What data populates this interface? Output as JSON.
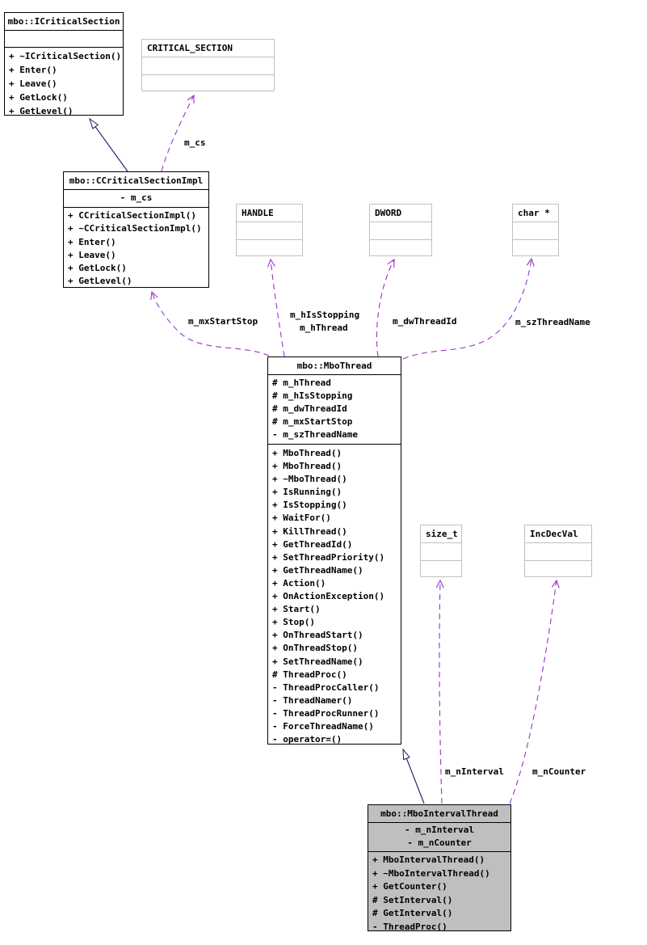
{
  "diagram": {
    "type": "uml-collaboration-graph",
    "classes": {
      "icriticalsection": {
        "title": "mbo::ICriticalSection",
        "attributes": [],
        "methods": [
          "+ ~ICriticalSection()",
          "+ Enter()",
          "+ Leave()",
          "+ GetLock()",
          "+ GetLevel()"
        ]
      },
      "ccriticalsectionimpl": {
        "title": "mbo::CCriticalSectionImpl",
        "attributes": [
          "- m_cs"
        ],
        "methods": [
          "+ CCriticalSectionImpl()",
          "+ ~CCriticalSectionImpl()",
          "+ Enter()",
          "+ Leave()",
          "+ GetLock()",
          "+ GetLevel()"
        ]
      },
      "mbothread": {
        "title": "mbo::MboThread",
        "attributes": [
          "# m_hThread",
          "# m_hIsStopping",
          "# m_dwThreadId",
          "# m_mxStartStop",
          "- m_szThreadName"
        ],
        "methods": [
          "+ MboThread()",
          "+ MboThread()",
          "+ ~MboThread()",
          "+ IsRunning()",
          "+ IsStopping()",
          "+ WaitFor()",
          "+ KillThread()",
          "+ GetThreadId()",
          "+ SetThreadPriority()",
          "+ GetThreadName()",
          "+ Action()",
          "+ OnActionException()",
          "+ Start()",
          "+ Stop()",
          "+ OnThreadStart()",
          "+ OnThreadStop()",
          "+ SetThreadName()",
          "# ThreadProc()",
          "- ThreadProcCaller()",
          "- ThreadNamer()",
          "- ThreadProcRunner()",
          "- ForceThreadName()",
          "- operator=()"
        ]
      },
      "mbointervalthread": {
        "title": "mbo::MboIntervalThread",
        "attributes": [
          "- m_nInterval",
          "- m_nCounter"
        ],
        "methods": [
          "+ MboIntervalThread()",
          "+ ~MboIntervalThread()",
          "+ GetCounter()",
          "# SetInterval()",
          "# GetInterval()",
          "- ThreadProc()"
        ]
      }
    },
    "types": {
      "critical_section": {
        "title": "CRITICAL_SECTION"
      },
      "handle": {
        "title": "HANDLE"
      },
      "dword": {
        "title": "DWORD"
      },
      "char_ptr": {
        "title": "char *"
      },
      "size_t": {
        "title": "size_t"
      },
      "incdecval": {
        "title": "IncDecVal"
      }
    },
    "edges": [
      {
        "from": "mbo::CCriticalSectionImpl",
        "to": "mbo::ICriticalSection",
        "type": "inheritance",
        "label": ""
      },
      {
        "from": "mbo::CCriticalSectionImpl",
        "to": "CRITICAL_SECTION",
        "type": "usage",
        "label": "m_cs"
      },
      {
        "from": "mbo::MboThread",
        "to": "mbo::CCriticalSectionImpl",
        "type": "usage",
        "label": "m_mxStartStop"
      },
      {
        "from": "mbo::MboThread",
        "to": "HANDLE",
        "type": "usage",
        "label": "m_hIsStopping m_hThread"
      },
      {
        "from": "mbo::MboThread",
        "to": "DWORD",
        "type": "usage",
        "label": "m_dwThreadId"
      },
      {
        "from": "mbo::MboThread",
        "to": "char *",
        "type": "usage",
        "label": "m_szThreadName"
      },
      {
        "from": "mbo::MboIntervalThread",
        "to": "mbo::MboThread",
        "type": "inheritance",
        "label": ""
      },
      {
        "from": "mbo::MboIntervalThread",
        "to": "size_t",
        "type": "usage",
        "label": "m_nInterval"
      },
      {
        "from": "mbo::MboIntervalThread",
        "to": "IncDecVal",
        "type": "usage",
        "label": "m_nCounter"
      }
    ],
    "edge_labels": {
      "m_cs": "m_cs",
      "m_mxStartStop": "m_mxStartStop",
      "m_hIsStopping": "m_hIsStopping",
      "m_hThread": "m_hThread",
      "m_dwThreadId": "m_dwThreadId",
      "m_szThreadName": "m_szThreadName",
      "m_nInterval": "m_nInterval",
      "m_nCounter": "m_nCounter"
    },
    "colors": {
      "usage_edge": "#9a32cd",
      "inheritance_edge": "#191970",
      "class_border": "#000000",
      "type_border": "#c0c0c0",
      "highlight_fill": "#bfbfbf",
      "background": "#ffffff",
      "text": "#000000"
    }
  }
}
